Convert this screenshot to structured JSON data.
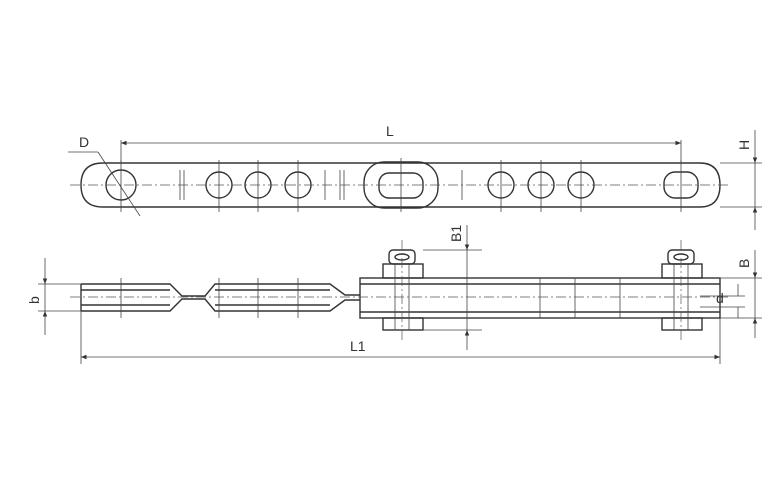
{
  "diagram": {
    "labels": {
      "L": "L",
      "D": "D",
      "H": "H",
      "B1": "B1",
      "B": "B",
      "b": "b",
      "d": "d",
      "L1": "L1"
    },
    "colors": {
      "line": "#333333",
      "background": "#ffffff"
    }
  }
}
